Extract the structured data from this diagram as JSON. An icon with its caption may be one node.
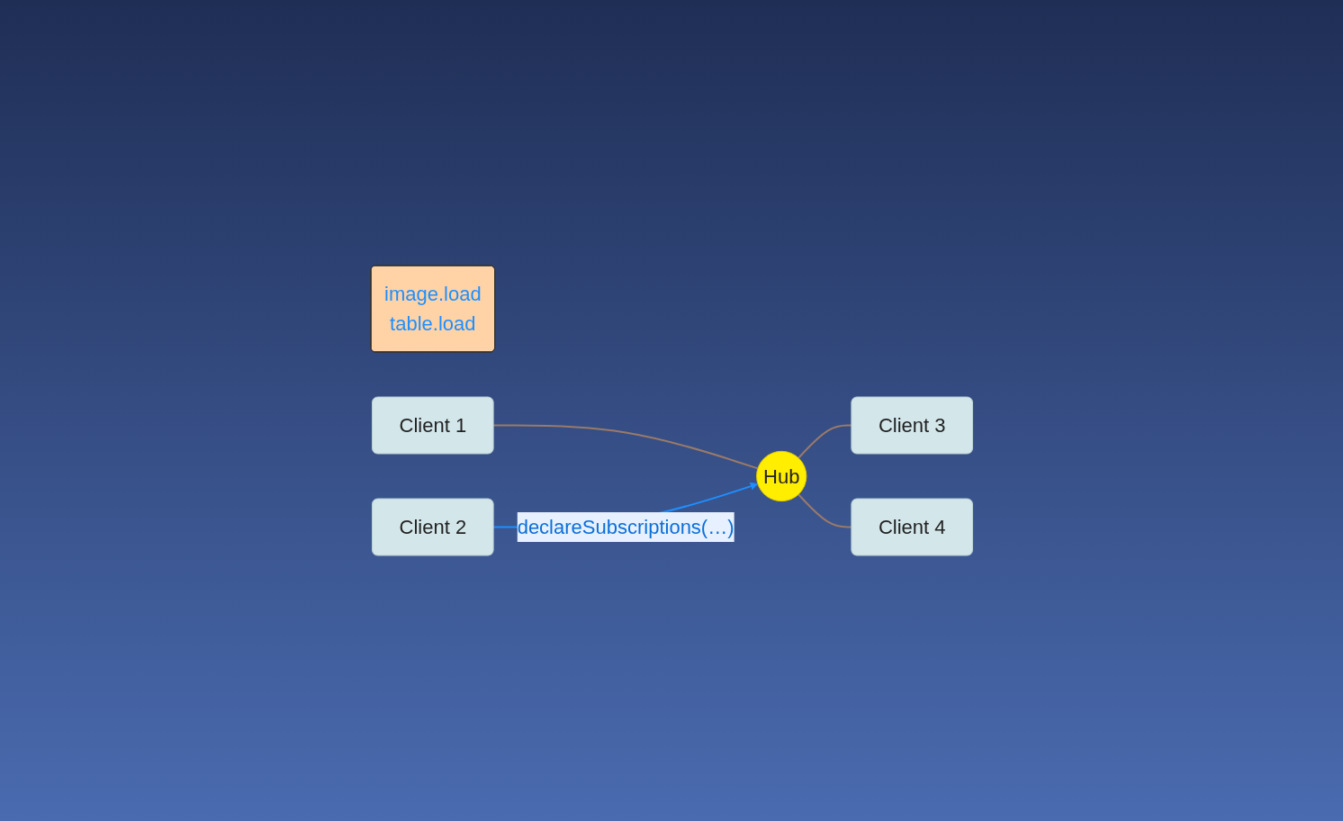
{
  "diagram": {
    "nodes": [
      {
        "text": [
          "image.load",
          "table.load"
        ]
      },
      {
        "text": [
          "Client 1"
        ]
      },
      {
        "text": [
          "Client 2"
        ]
      },
      {
        "text": [
          "Hub"
        ]
      },
      {
        "text": [
          "Client 3"
        ]
      },
      {
        "text": [
          "Client 4"
        ]
      }
    ],
    "edges": [
      {
        "from": 1,
        "to": 3,
        "arrow": "none"
      },
      {
        "from": 2,
        "to": 3,
        "arrow": "to",
        "label": "declareSubscriptions(…)",
        "color": "#1e8fff"
      },
      {
        "from": 3,
        "to": 4,
        "arrow": "none"
      },
      {
        "from": 3,
        "to": 5,
        "arrow": "none"
      }
    ]
  }
}
